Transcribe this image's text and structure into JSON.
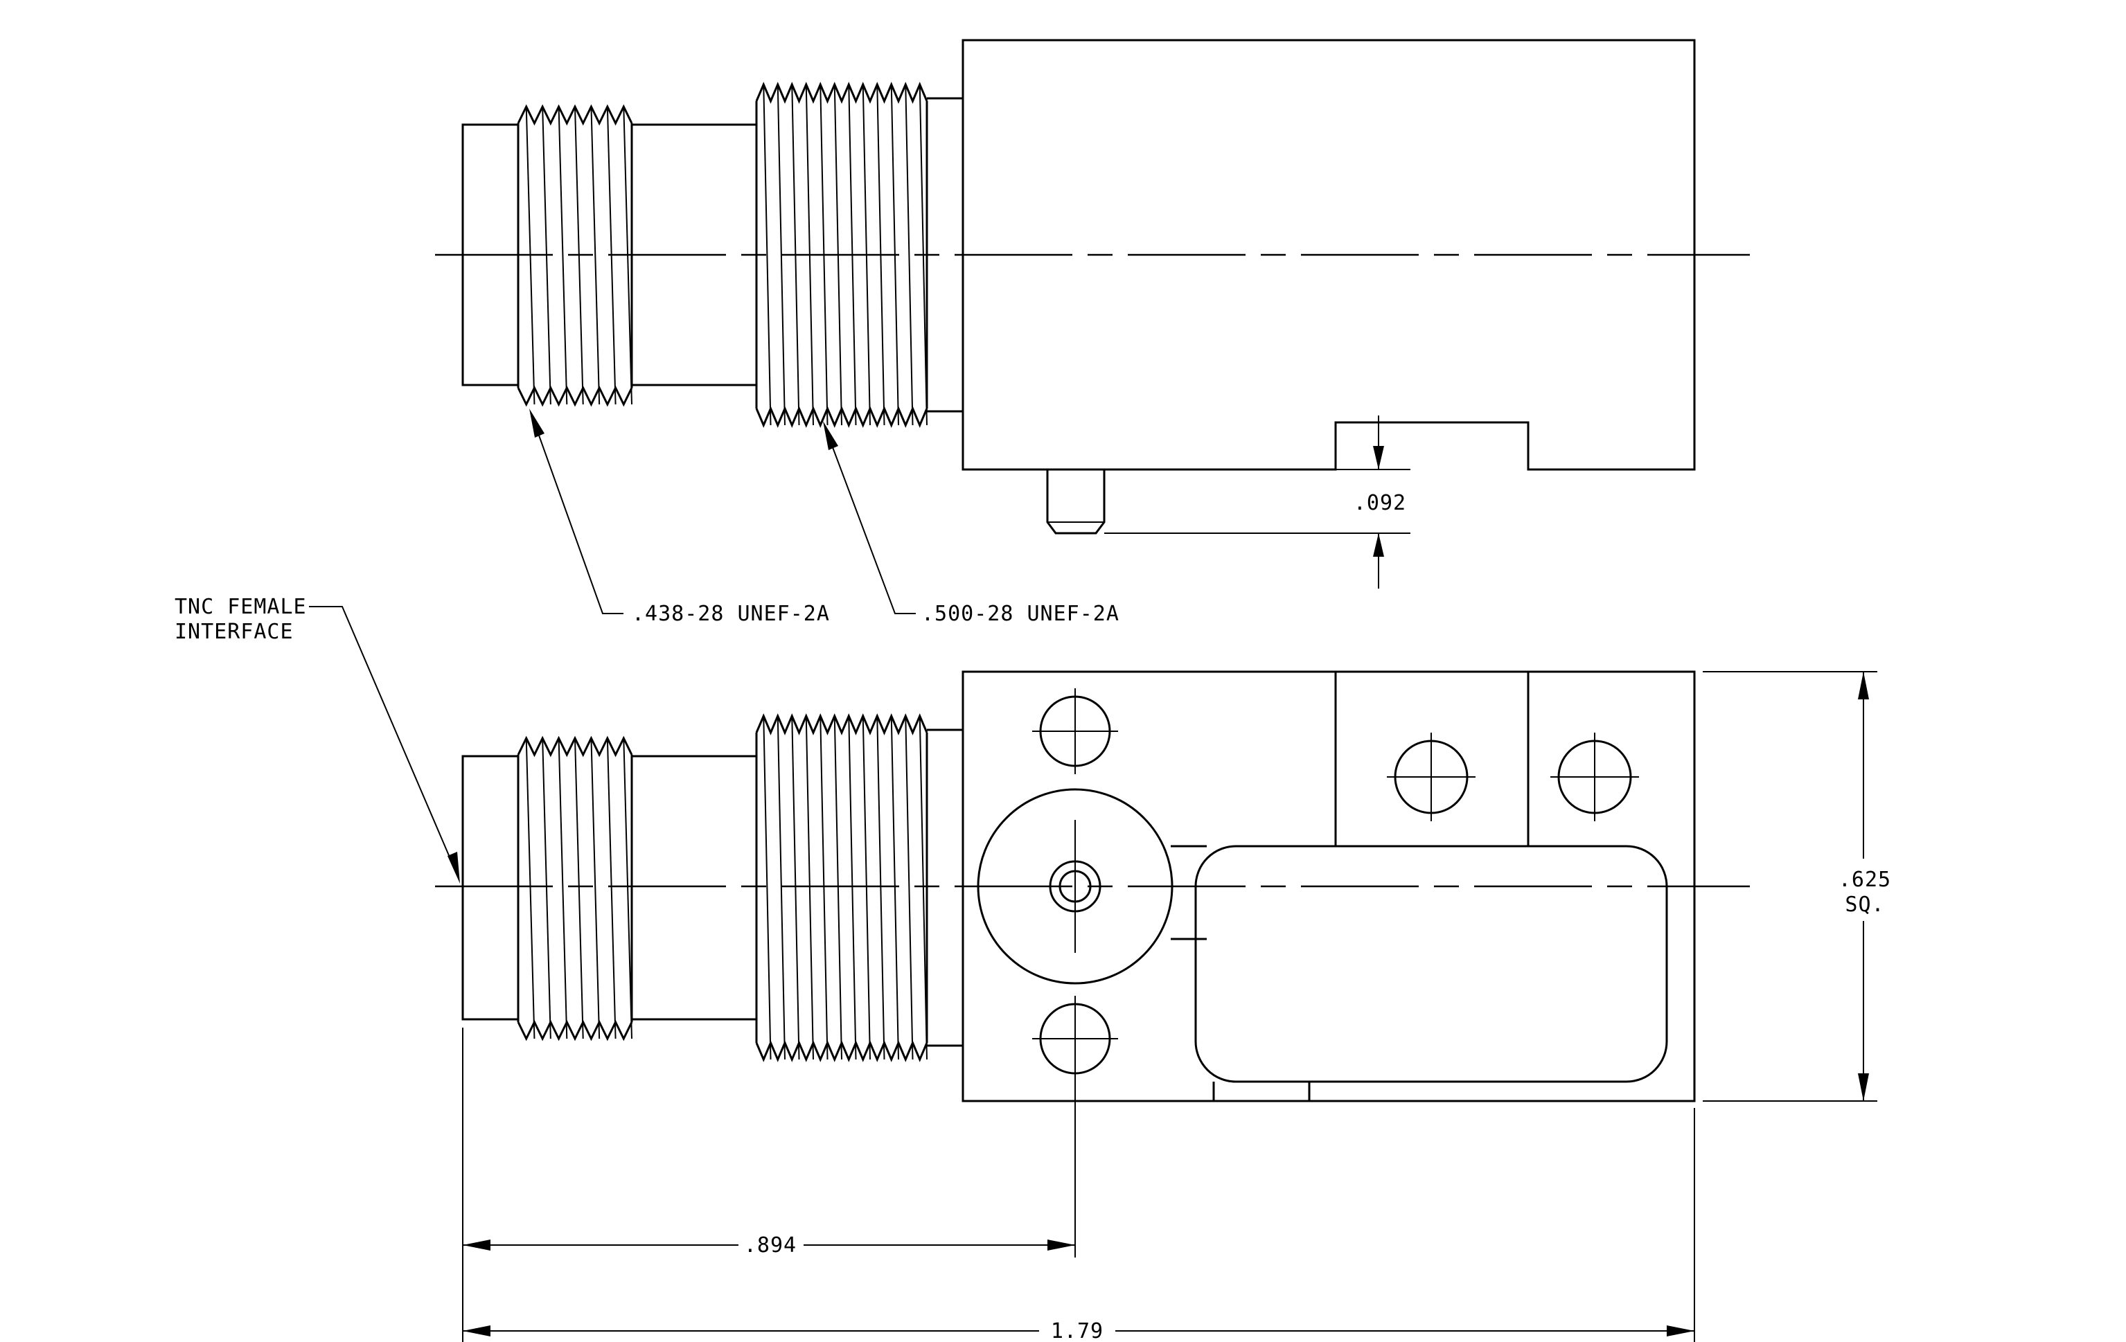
{
  "callouts": {
    "thread_small": ".438-28 UNEF-2A",
    "thread_large": ".500-28 UNEF-2A",
    "interface_line1": "TNC FEMALE",
    "interface_line2": "INTERFACE"
  },
  "dimensions": {
    "pin_offset": ".092",
    "height_value": ".625",
    "height_suffix": "SQ.",
    "hole_position": ".894",
    "overall_length": "1.79"
  }
}
